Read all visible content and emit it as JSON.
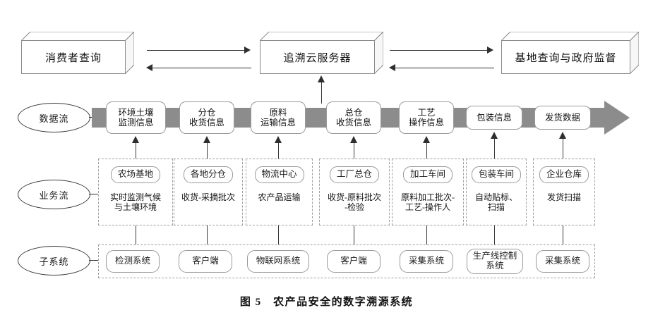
{
  "caption": "图 5　农产品安全的数字溯源系统",
  "colors": {
    "band_gray": "#8c8c8c",
    "line_dark": "#2e2e2e",
    "dash_gray": "#9e9e9e",
    "node_border": "#9a9a9a",
    "background": "#ffffff"
  },
  "top_row": {
    "boxes": [
      {
        "label": "消费者查询"
      },
      {
        "label": "追溯云服务器"
      },
      {
        "label": "基地查询与政府监督"
      }
    ],
    "connectors": [
      {
        "name": "consumer-to-server-forward",
        "direction": "right"
      },
      {
        "name": "server-to-consumer-back",
        "direction": "left"
      },
      {
        "name": "server-to-base-forward",
        "direction": "right"
      },
      {
        "name": "base-to-server-back",
        "direction": "left"
      },
      {
        "name": "dataflow-to-server-up",
        "direction": "up"
      }
    ]
  },
  "rows": {
    "data_flow": {
      "label": "数据流"
    },
    "business_flow": {
      "label": "业务流"
    },
    "subsystem": {
      "label": "子系统"
    }
  },
  "data_flow_nodes": [
    {
      "line1": "环境土壤",
      "line2": "监测信息"
    },
    {
      "line1": "分仓",
      "line2": "收货信息"
    },
    {
      "line1": "原料",
      "line2": "运输信息"
    },
    {
      "line1": "总仓",
      "line2": "收货信息"
    },
    {
      "line1": "工艺",
      "line2": "操作信息"
    },
    {
      "line1": "包装信息",
      "line2": ""
    },
    {
      "line1": "发货数据",
      "line2": ""
    }
  ],
  "business_flow_nodes": [
    {
      "title": "农场基地",
      "desc1": "实时监测气候",
      "desc2": "与土壤环境"
    },
    {
      "title": "各地分仓",
      "desc1": "收货-采摘批次",
      "desc2": ""
    },
    {
      "title": "物流中心",
      "desc1": "农产品运输",
      "desc2": ""
    },
    {
      "title": "工厂总仓",
      "desc1": "收货-原料批次",
      "desc2": "-检验"
    },
    {
      "title": "加工车间",
      "desc1": "原料加工批次-",
      "desc2": "工艺-操作人"
    },
    {
      "title": "包装车间",
      "desc1": "自动贴标、",
      "desc2": "扫描"
    },
    {
      "title": "企业仓库",
      "desc1": "发货扫描",
      "desc2": ""
    }
  ],
  "subsystem_nodes": [
    {
      "line1": "检测系统",
      "line2": ""
    },
    {
      "line1": "客户端",
      "line2": ""
    },
    {
      "line1": "物联网系统",
      "line2": ""
    },
    {
      "line1": "客户端",
      "line2": ""
    },
    {
      "line1": "采集系统",
      "line2": ""
    },
    {
      "line1": "生产线控制",
      "line2": "系统"
    },
    {
      "line1": "采集系统",
      "line2": ""
    }
  ]
}
